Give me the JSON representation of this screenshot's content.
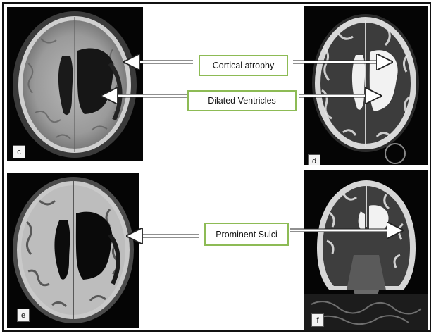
{
  "panels": {
    "c": {
      "letter": "c"
    },
    "d": {
      "letter": "d"
    },
    "e": {
      "letter": "e"
    },
    "f": {
      "letter": "f"
    }
  },
  "labels": {
    "cortical_atrophy": "Cortical atrophy",
    "dilated_ventricles": "Dilated Ventricles",
    "prominent_sulci": "Prominent Sulci"
  },
  "colors": {
    "label_border": "#8dbb55",
    "arrow": "#ffffff",
    "background": "#ffffff",
    "frame": "#111111"
  }
}
